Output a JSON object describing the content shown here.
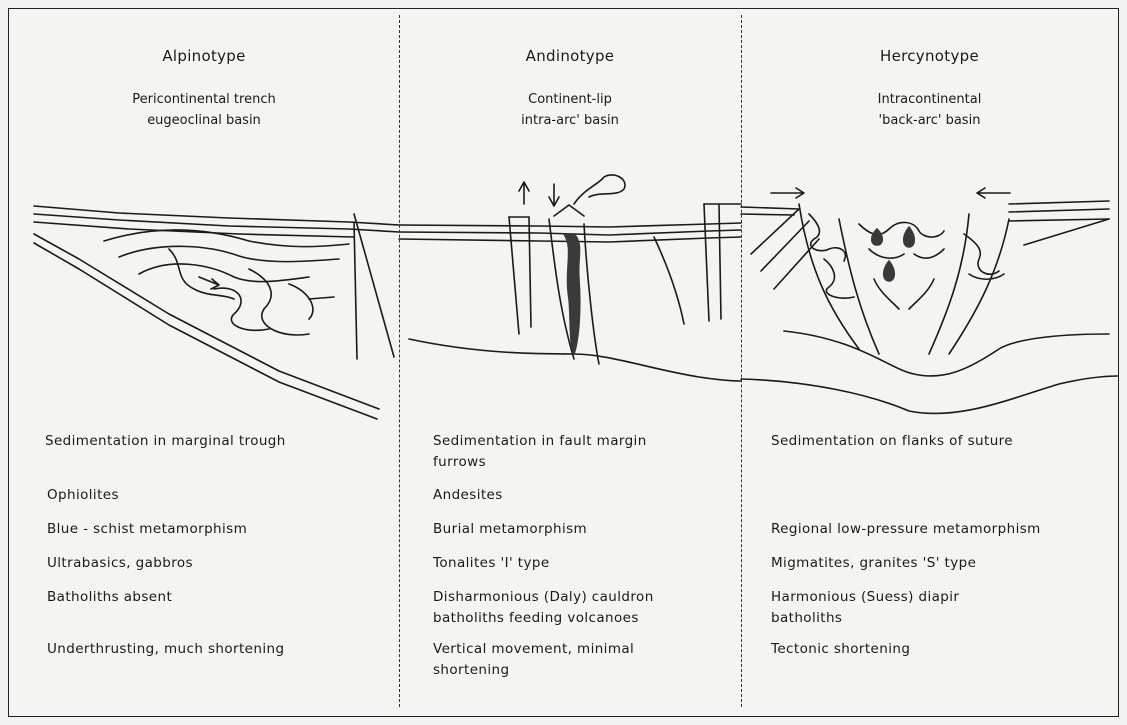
{
  "columns": [
    {
      "title": "Alpinotype",
      "subtitle_lines": [
        "Pericontinental trench",
        "eugeoclinal  basin"
      ],
      "properties": [
        [
          "Sedimentation in marginal trough"
        ],
        [
          "Ophiolites"
        ],
        [
          "Blue - schist metamorphism"
        ],
        [
          "Ultrabasics, gabbros"
        ],
        [
          "Batholiths absent"
        ],
        [
          "Underthrusting, much shortening"
        ]
      ]
    },
    {
      "title": "Andinotype",
      "subtitle_lines": [
        "Continent-lip",
        "intra-arc' basin"
      ],
      "properties": [
        [
          "Sedimentation in fault margin",
          "furrows"
        ],
        [
          "Andesites"
        ],
        [
          "Burial metamorphism"
        ],
        [
          "Tonalites 'I' type"
        ],
        [
          "Disharmonious (Daly) cauldron",
          "batholiths feeding volcanoes"
        ],
        [
          "Vertical movement, minimal",
          "shortening"
        ]
      ]
    },
    {
      "title": "Hercynotype",
      "subtitle_lines": [
        "Intracontinental",
        "'back-arc' basin"
      ],
      "properties": [
        [
          "Sedimentation on flanks of suture"
        ],
        [
          ""
        ],
        [
          "Regional low-pressure metamorphism"
        ],
        [
          "Migmatites, granites 'S' type"
        ],
        [
          "Harmonious  (Suess) diapir",
          "batholiths"
        ],
        [
          "Tectonic shortening"
        ]
      ]
    }
  ],
  "colors": {
    "ink": "#1a1a1a",
    "paper": "#f4f4f2",
    "intrusion": "#3a3a3a"
  }
}
